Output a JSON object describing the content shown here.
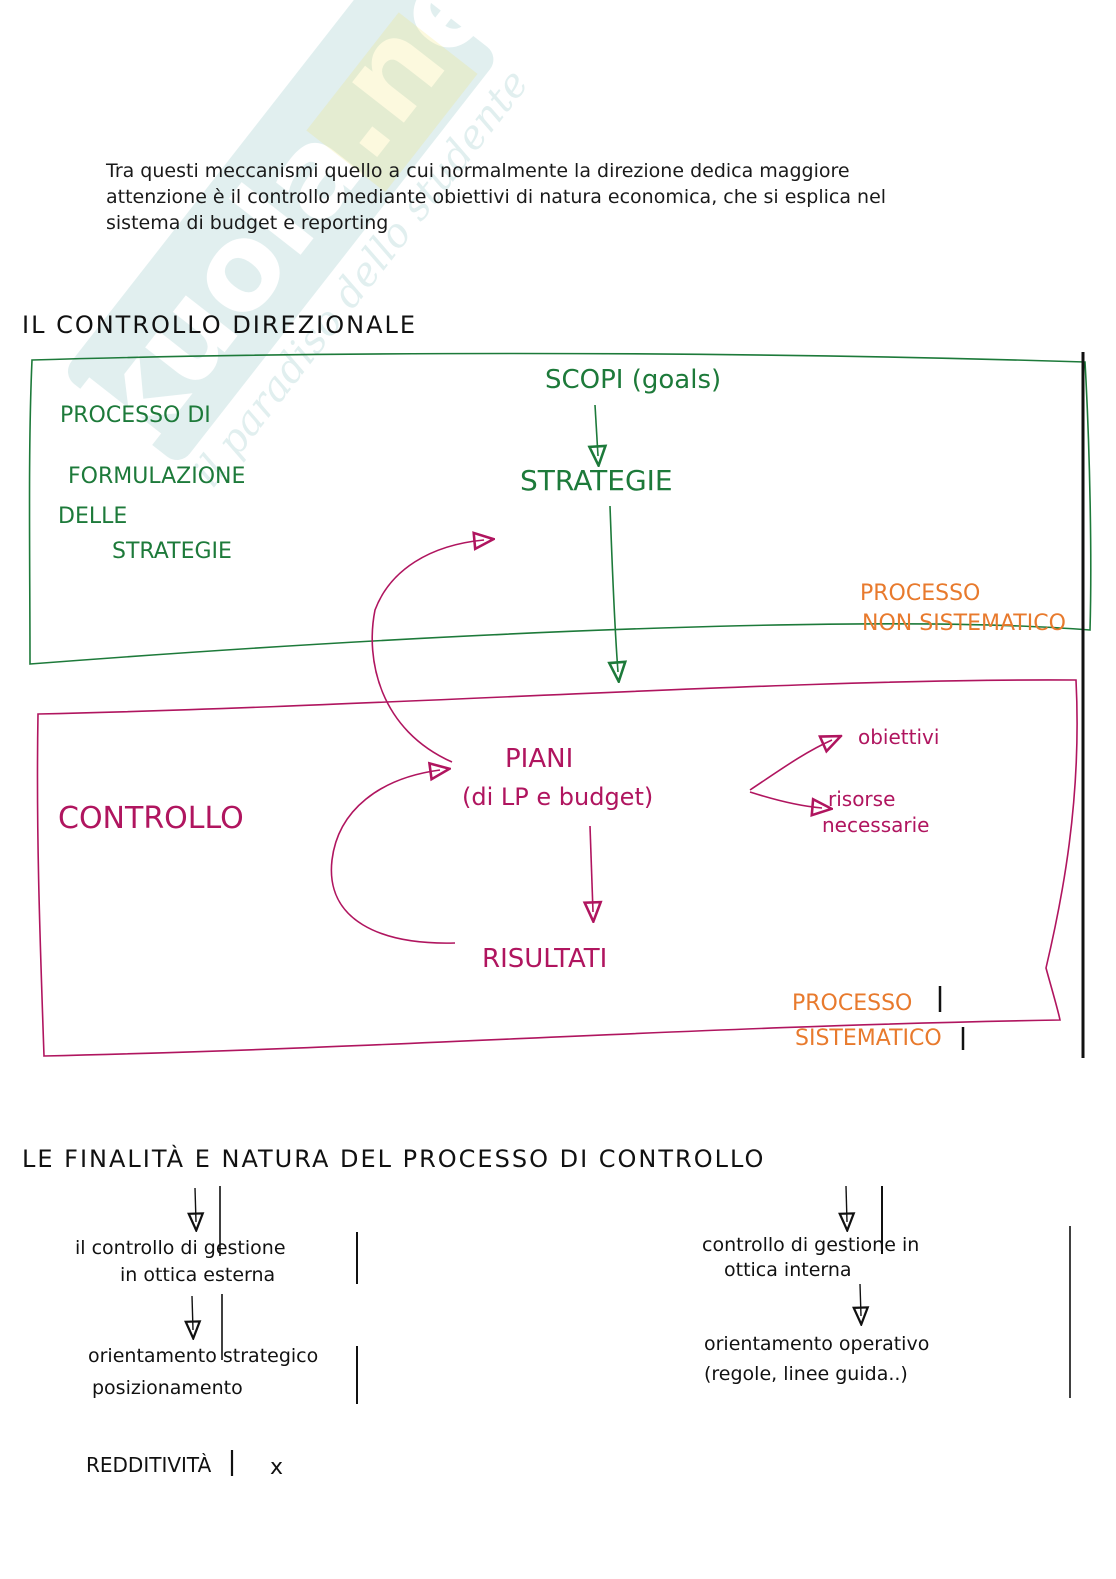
{
  "intro_text": {
    "line1": "Tra questi meccanismi quello a cui normalmente la direzione dedica maggiore",
    "line2": "attenzione è il controllo mediante obiettivi di natura economica, che si esplica nel",
    "line3": "sistema di budget e reporting"
  },
  "watermark": {
    "brand": "Skuola.net",
    "tagline": "il paradiso dello studente"
  },
  "diagram": {
    "title": "IL CONTROLLO DIREZIONALE",
    "green_box": {
      "scopi": "SCOPI (goals)",
      "strategie": "STRATEGIE",
      "side_line1": "PROCESSO DI",
      "side_line2": "FORMULAZIONE",
      "side_line3": "DELLE",
      "side_line4": "STRATEGIE"
    },
    "orange_top_line1": "PROCESSO",
    "orange_top_line2": "NON SISTEMATICO",
    "magenta_box": {
      "controllo": "CONTROLLO",
      "piani": "PIANI",
      "piani_sub": "(di LP e budget)",
      "obiettivi": "obiettivi",
      "risorse_line1": "risorse",
      "risorse_line2": "necessarie",
      "risultati": "RISULTATI"
    },
    "orange_bottom_line1": "PROCESSO",
    "orange_bottom_line2": "SISTEMATICO"
  },
  "finalita": {
    "title": "LE FINALITÀ E NATURA DEL PROCESSO DI CONTROLLO",
    "left_line1": "il controllo di gestione",
    "left_line2": "in ottica esterna",
    "left_line3": "orientamento strategico",
    "left_line4": "posizionamento",
    "left_line5": "REDDITIVITÀ",
    "left_mark": "x",
    "right_line1": "controllo di gestione in",
    "right_line2": "ottica interna",
    "right_line3": "orientamento operativo",
    "right_line4": "(regole, linee guida..)"
  },
  "colors": {
    "green": "#1d7a3a",
    "magenta": "#b0155f",
    "orange": "#e87a2d",
    "ink": "#111111"
  }
}
